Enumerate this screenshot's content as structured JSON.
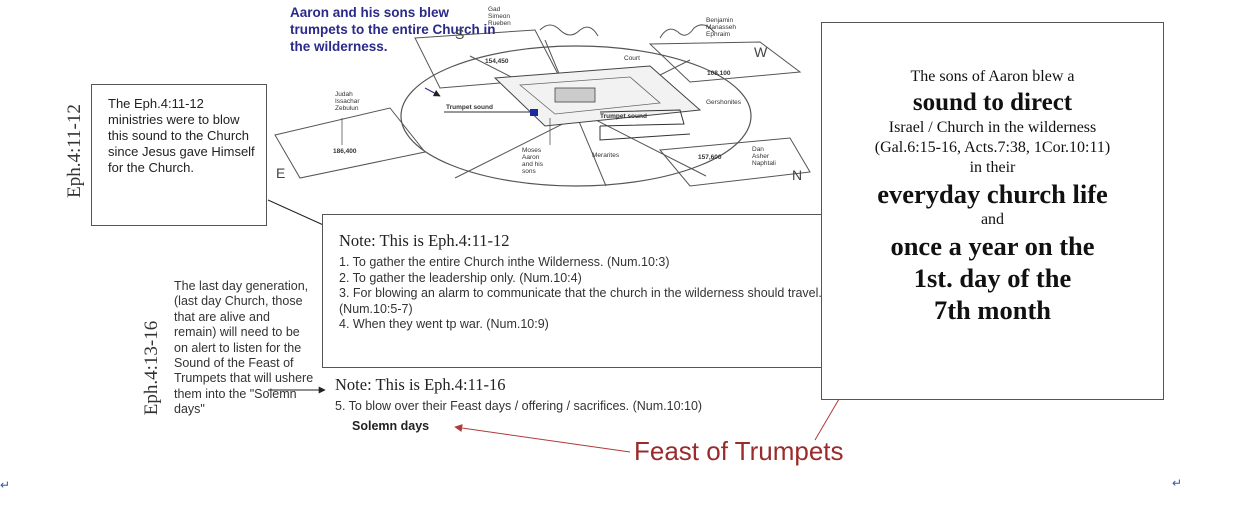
{
  "camp": {
    "caption": "Aaron and his sons blew trumpets to the entire Church in the wilderness.",
    "directions": {
      "s": "S",
      "w": "W",
      "e": "E",
      "n": "N"
    },
    "tribes": {
      "south": "Gad\nSimeon\nRueben",
      "west": "Benjamin\nManasseh\nEphraim",
      "east": "Judah\nIssachar\nZebulun",
      "north": "Dan\nAsher\nNaphtali"
    },
    "counts": {
      "south": "154,450",
      "west": "108,100",
      "east": "186,400",
      "north": "157,600"
    },
    "labels": {
      "court": "Court",
      "gershonites": "Gershonites",
      "merarites": "Merarites",
      "moses": "Moses\nAaron\nand his\nsons",
      "trumpet_left": "Trumpet sound",
      "trumpet_right": "Trumpet sound"
    }
  },
  "left_vertical_1": "Eph.4:11-12",
  "left_vertical_2": "Eph.4:13-16",
  "ministries_text": "The Eph.4:11-12 ministries were to blow this sound to the Church since Jesus gave Himself for the Church.",
  "note1": {
    "heading": "Note: This is Eph.4:11-12",
    "items": [
      "1. To gather the entire Church inthe Wilderness. (Num.10:3)",
      "2. To gather the leadership only. (Num.10:4)",
      "3. For blowing an alarm to communicate that the church in the wilderness should travel. (Num.10:5-7)",
      "4. When they went tp war. (Num.10:9)"
    ]
  },
  "last_day_text": "The last day generation, (last day Church, those that are alive and remain) will need to be on alert to listen for the Sound of the Feast of Trumpets that will ushere them into the \"Solemn days\"",
  "note2": {
    "heading": "Note: This is Eph.4:11-16",
    "item": "5. To blow over their Feast days / offering / sacrifices. (Num.10:10)"
  },
  "solemn_days": "Solemn days",
  "feast_label": "Feast of Trumpets",
  "aaron_box": {
    "line1": "The sons of Aaron blew a",
    "line2": "sound to direct",
    "line3": "Israel / Church in the wilderness",
    "line4": "(Gal.6:15-16, Acts.7:38, 1Cor.10:11)",
    "line5": "in their",
    "line6": "everyday church life",
    "line7": "and",
    "line8": "once a year on the",
    "line9": "1st. day of the",
    "line10": "7th month"
  },
  "colors": {
    "caption": "#2a2a8a",
    "feast": "#9b2b2b",
    "arrow_red": "#b03a3a"
  }
}
